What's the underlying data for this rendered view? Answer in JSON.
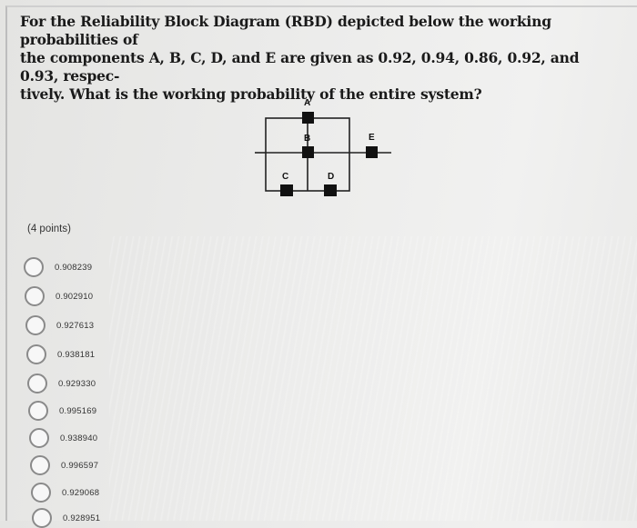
{
  "question": {
    "line1": "For the Reliability Block Diagram (RBD) depicted below the working probabilities of",
    "line2": "the components A, B, C, D, and E are given as 0.92, 0.94, 0.86, 0.92, and 0.93, respec-",
    "line3": "tively. What is the working probability of the entire system?"
  },
  "diagram": {
    "label_a": "A",
    "label_b": "B",
    "label_c": "C",
    "label_d": "D",
    "label_e": "E"
  },
  "points_label": "(4 points)",
  "options": [
    "0.908239",
    "0.902910",
    "0.927613",
    "0.938181",
    "0.929330",
    "0.995169",
    "0.938940",
    "0.996597",
    "0.929068",
    "0.928951"
  ]
}
